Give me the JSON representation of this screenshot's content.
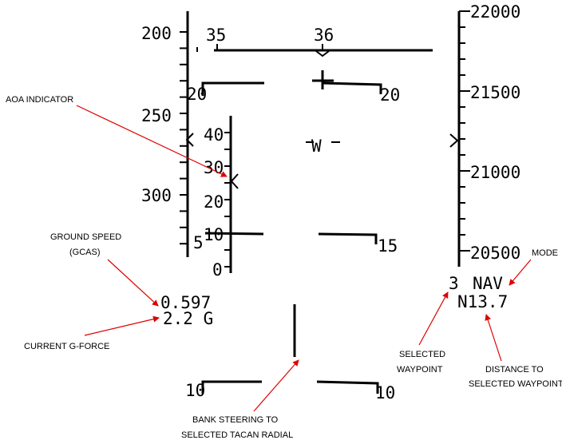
{
  "hud": {
    "heading_ticks": [
      "35",
      "36"
    ],
    "airspeed_ticks": [
      "200",
      "250",
      "300"
    ],
    "altitude_ticks": [
      "22000",
      "21500",
      "21000",
      "20500"
    ],
    "aoa_ticks": [
      "40",
      "30",
      "20",
      "10",
      "0"
    ],
    "pitch_ladder": {
      "upper_left": "20",
      "upper_right": "20",
      "mid_left": "5",
      "mid_right": "15",
      "lower_left": "10",
      "lower_right": "10"
    },
    "velocity_vector": "W",
    "ground_speed": "0.597",
    "g_force": "2.2 G",
    "waypoint_number": "3",
    "mode": "NAV",
    "waypoint_distance": "N13.7"
  },
  "annotations": {
    "aoa_indicator": "AOA INDICATOR",
    "ground_speed_1": "GROUND SPEED",
    "ground_speed_2": "(GCAS)",
    "current_g": "CURRENT G-FORCE",
    "bank_steering_1": "BANK STEERING TO",
    "bank_steering_2": "SELECTED TACAN RADIAL",
    "selected_waypoint_1": "SELECTED",
    "selected_waypoint_2": "WAYPOINT",
    "mode": "MODE",
    "distance_1": "DISTANCE TO",
    "distance_2": "SELECTED WAYPOINT"
  },
  "colors": {
    "symbology": "#000000",
    "annotation_arrow": "#e00000",
    "background": "#ffffff"
  }
}
